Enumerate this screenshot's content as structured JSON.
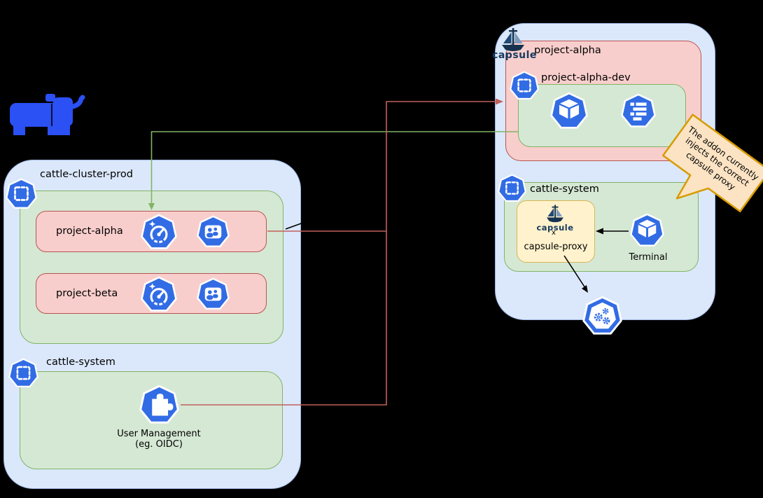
{
  "left_cluster": {
    "label": "cattle-cluster-prod",
    "projects": [
      {
        "label": "project-alpha"
      },
      {
        "label": "project-beta"
      }
    ],
    "system": {
      "label": "cattle-system",
      "component_label": "User Management\n(eg. OIDC)"
    }
  },
  "right_cluster": {
    "capsule_wordmark": "capsule",
    "tenant_label": "project-alpha",
    "namespace_label": "project-alpha-dev",
    "system_label": "cattle-system",
    "proxy": {
      "wordmark": "capsule",
      "x_mark": "x",
      "label": "capsule-proxy"
    },
    "terminal_label": "Terminal"
  },
  "callout": {
    "text": "The addon currently\ninjects the correct\ncapsule proxy"
  },
  "icons": {
    "rancher_logo": "blue-cow",
    "capsule_logo": "sailboat",
    "namespace": "heptagon-dashed-square",
    "limits": "heptagon-speedometer",
    "users": "heptagon-two-people",
    "pod": "heptagon-cube",
    "quota": "heptagon-resource-list",
    "plugin": "heptagon-puzzle-piece",
    "control_plane": "heptagon-gears"
  },
  "colors": {
    "cluster_fill": "#dbe8fb",
    "cluster_stroke": "#9fb7e4",
    "namespace_fill": "#d5e8d4",
    "namespace_stroke": "#82b366",
    "project_fill": "#f8cecc",
    "project_stroke": "#b85450",
    "proxy_fill": "#fff2cc",
    "proxy_stroke": "#d6b656",
    "callout_fill": "#fbe3c3",
    "callout_stroke": "#d79b00",
    "k8s_blue": "#326ce5",
    "rancher_blue": "#2b50f3",
    "capsule_navy": "#16324f",
    "arrow_green": "#82b366",
    "arrow_red": "#c0605c",
    "arrow_black": "#000000"
  }
}
